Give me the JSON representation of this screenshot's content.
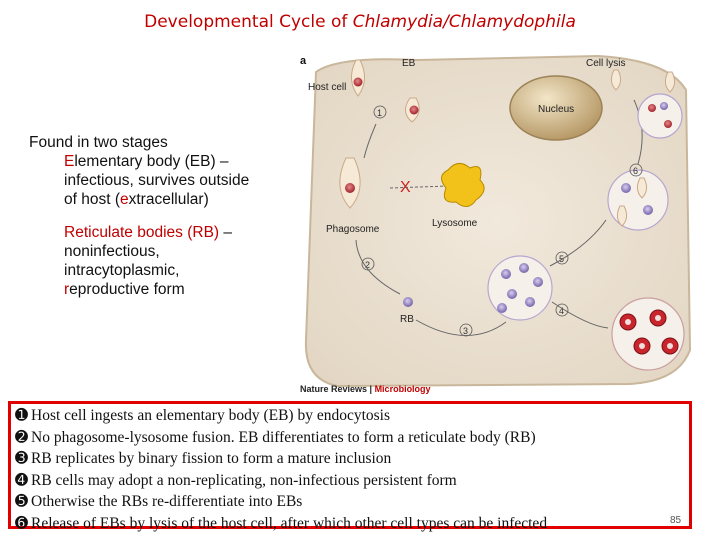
{
  "title": {
    "prefix": "Developmental Cycle of ",
    "organism": "Chlamydia/Chlamydophila"
  },
  "stages": {
    "heading": "Found in two stages",
    "eb": {
      "term_first": "E",
      "term_rest": "lementary body (EB)",
      "dash": " –",
      "line2": "infectious, survives outside",
      "line3_pre": "of host (",
      "line3_em": "e",
      "line3_post": "xtracellular)"
    },
    "rb": {
      "term": "Reticulate bodies (RB)",
      "dash": " –",
      "line2": "noninfectious,",
      "line3": "intracytoplasmic,",
      "line4_em": "r",
      "line4_post": "eproductive form"
    }
  },
  "figure": {
    "panel_letter": "a",
    "labels": {
      "host_cell": "Host cell",
      "eb": "EB",
      "cell_lysis": "Cell lysis",
      "nucleus": "Nucleus",
      "phagosome": "Phagosome",
      "lysosome": "Lysosome",
      "rb": "RB",
      "block_mark": "X"
    },
    "step_markers": [
      "1",
      "2",
      "3",
      "4",
      "5",
      "6"
    ],
    "credit": {
      "publisher": "Nature Reviews",
      "separator": " | ",
      "journal": "Microbiology"
    }
  },
  "steps": [
    {
      "num": "➊",
      "text": "Host cell ingests an elementary body (EB) by endocytosis"
    },
    {
      "num": "➋",
      "text": "No phagosome-lysosome fusion. EB differentiates to form a reticulate body (RB)"
    },
    {
      "num": "➌",
      "text": "RB replicates by binary fission to form a mature inclusion"
    },
    {
      "num": "➍",
      "text": "RB cells may adopt a non-replicating, non-infectious persistent form"
    },
    {
      "num": "➎",
      "text": "Otherwise the RBs re-differentiate into EBs"
    },
    {
      "num": "➏",
      "text": "Release of EBs by lysis of the host cell, after which other cell types can be infected"
    }
  ],
  "page_number": "85",
  "colors": {
    "title": "#c00000",
    "accent_text": "#c00000",
    "step_box_border": "#e00000",
    "cytoplasm": "#e9dfcf",
    "nucleus": "#c8b48e",
    "eb_fill": "#b03040",
    "rb_fill": "#8070b0"
  }
}
